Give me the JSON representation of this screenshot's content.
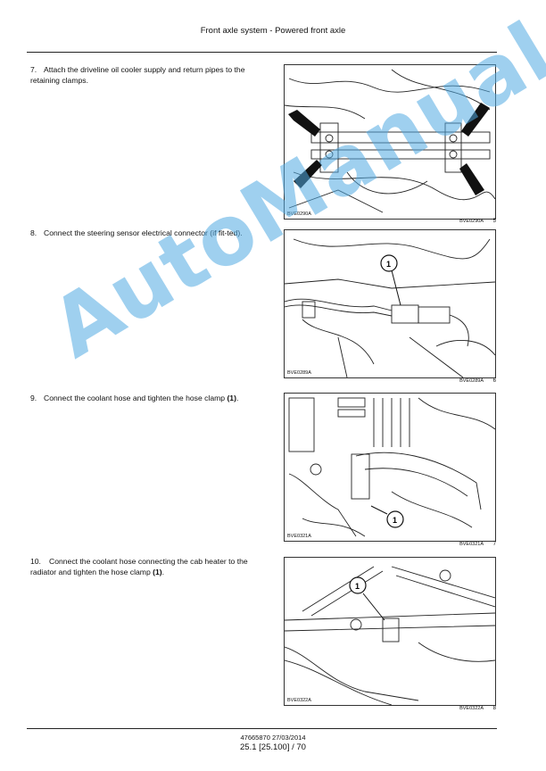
{
  "header": {
    "title": "Front axle system - Powered front axle"
  },
  "steps": [
    {
      "number": "7.",
      "text": "Attach the driveline oil cooler supply and return pipes to the retaining clamps."
    },
    {
      "number": "8.",
      "text": "Connect the steering sensor electrical connector (if fit-ted)."
    },
    {
      "number": "9.",
      "text_before": "Connect the coolant hose and tighten the hose clamp ",
      "bold": "(1)",
      "text_after": "."
    },
    {
      "number": "10.",
      "text_before": "Connect the coolant hose connecting the cab heater to the radiator and tighten the hose clamp ",
      "bold": "(1)",
      "text_after": "."
    }
  ],
  "figures": [
    {
      "code": "BVE0290A",
      "caption_code": "BVE0290A",
      "number": "5"
    },
    {
      "code": "BVE0289A",
      "caption_code": "BVE0289A",
      "number": "6",
      "callout": "1"
    },
    {
      "code": "BVE0321A",
      "caption_code": "BVE0321A",
      "number": "7",
      "callout": "1"
    },
    {
      "code": "BVE0322A",
      "caption_code": "BVE0322A",
      "number": "8",
      "callout": "1"
    }
  ],
  "watermark": "AutoManual",
  "footer": {
    "doc_line": "47665870 27/03/2014",
    "page_line": "25.1 [25.100] / 70"
  }
}
